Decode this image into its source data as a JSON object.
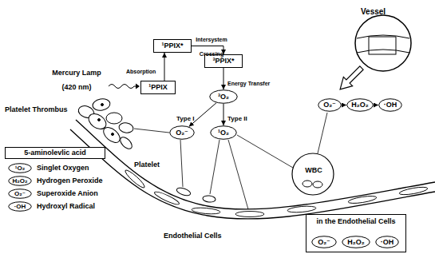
{
  "diagram": {
    "nodes": [
      {
        "text": [
          "¹PPIX*"
        ]
      },
      {
        "text": [
          "³PPIX*"
        ]
      },
      {
        "text": [
          "¹PPIX"
        ]
      },
      {
        "text": [
          "³O₂"
        ]
      },
      {
        "text": [
          "O₂⁻"
        ]
      },
      {
        "text": [
          "¹O₂"
        ]
      },
      {
        "text": [
          "O₂⁻"
        ]
      },
      {
        "text": [
          "H₂O₂"
        ]
      },
      {
        "text": [
          "·OH"
        ]
      },
      {
        "text": [
          "5-aminolevlic acid"
        ]
      },
      {
        "text": [
          "in the Endothelial Cells"
        ]
      },
      {
        "text": [
          "O₂⁻"
        ],
        "in": 10
      },
      {
        "text": [
          "H₂O₂"
        ],
        "in": 10
      },
      {
        "text": [
          "·OH"
        ],
        "in": 10
      }
    ],
    "edges": [
      {
        "from": 2,
        "to": 0,
        "arrow": "to",
        "label": "Absorption"
      },
      {
        "from": 0,
        "to": 1,
        "arrow": "to",
        "label": "Intersystem Crossing"
      },
      {
        "from": 1,
        "to": 3,
        "arrow": "to",
        "label": "Energy Transfer"
      },
      {
        "from": 3,
        "to": 4,
        "arrow": "to",
        "label": "Type I"
      },
      {
        "from": 3,
        "to": 5,
        "arrow": "to",
        "label": "Type II"
      },
      {
        "from": 6,
        "to": 7,
        "arrow": "to"
      },
      {
        "from": 7,
        "to": 8,
        "arrow": "to"
      },
      {
        "from": 11,
        "to": 12,
        "arrow": "to"
      },
      {
        "from": 12,
        "to": 13,
        "arrow": "to"
      }
    ],
    "labels": [
      "Vessel",
      "Mercury Lamp (420 nm)",
      "Platelet Thrombus",
      "Platelet",
      "WBC",
      "Endothelial Cells",
      "¹O₂",
      "H₂O₂",
      "O₂⁻",
      "·OH"
    ],
    "legend": [
      {
        "text": "Singlet Oxygen"
      },
      {
        "text": "Hydrogen Peroxide"
      },
      {
        "text": "Superoxide Anion"
      },
      {
        "text": "Hydroxyl Radical"
      }
    ]
  }
}
